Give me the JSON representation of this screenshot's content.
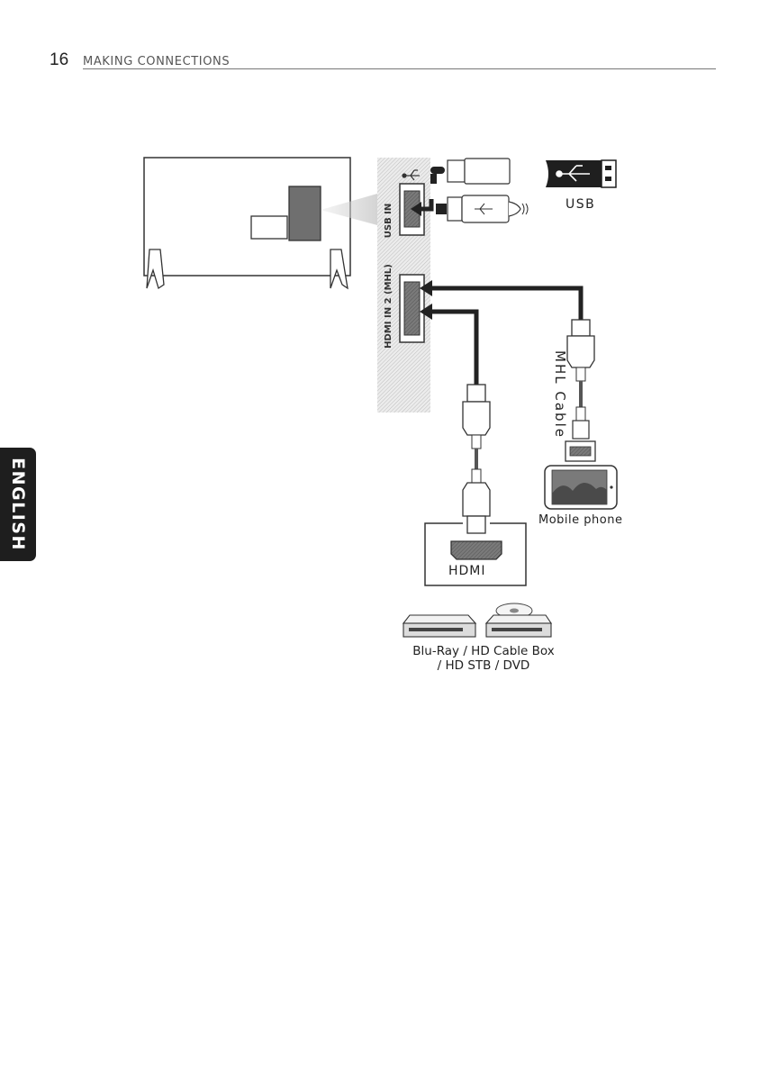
{
  "header": {
    "page_number": "16",
    "section_title": "MAKING CONNECTIONS"
  },
  "side_tab": {
    "language": "ENGLISH"
  },
  "diagram": {
    "port_usb_in": "USB IN",
    "port_hdmi_in_2": "HDMI IN 2 (MHL)",
    "usb_label": "USB",
    "mhl_cable_label": "MHL Cable",
    "mobile_phone_label": "Mobile phone",
    "hdmi_label": "HDMI",
    "source_devices_line1": "Blu-Ray / HD Cable Box",
    "source_devices_line2": "/ HD STB / DVD"
  }
}
